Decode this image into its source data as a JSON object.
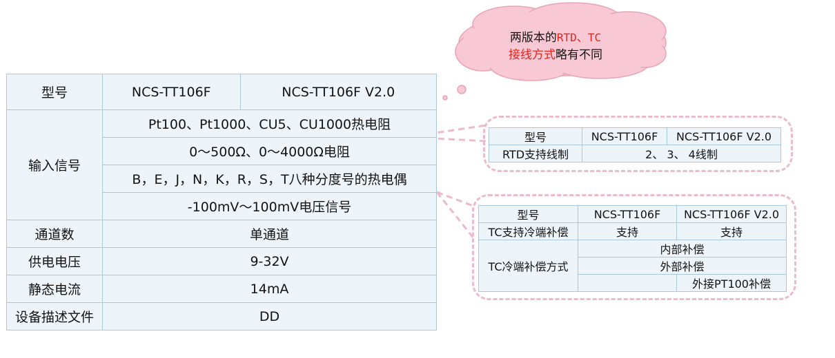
{
  "cloud": {
    "part1": "两版本的",
    "part2": "RTD、TC",
    "part3": "接线方式",
    "part4": "略有不同"
  },
  "spec_table": {
    "model_label": "型号",
    "model_v1": "NCS-TT106F",
    "model_v2": "NCS-TT106F V2.0",
    "input_label": "输入信号",
    "input_rtd": "Pt100、Pt1000、CU5、CU1000热电阻",
    "input_resistance": "0～500Ω、0～4000Ω电阻",
    "input_tc": "B，E，J，N，K，R，S，T八种分度号的热电偶",
    "input_mv": "-100mV～100mV电压信号",
    "channels_label": "通道数",
    "channels_value": "单通道",
    "supply_label": "供电电压",
    "supply_value": "9-32V",
    "current_label": "静态电流",
    "current_value": "14mA",
    "dd_label": "设备描述文件",
    "dd_value": "DD"
  },
  "rtd_table": {
    "model_label": "型号",
    "model_v1": "NCS-TT106F",
    "model_v2": "NCS-TT106F V2.0",
    "wiring_label": "RTD支持线制",
    "wiring_value": "2、 3、 4线制"
  },
  "tc_table": {
    "model_label": "型号",
    "model_v1": "NCS-TT106F",
    "model_v2": "NCS-TT106F V2.0",
    "cjc_support_label": "TC支持冷端补偿",
    "cjc_support_v1": "支持",
    "cjc_support_v2": "支持",
    "cjc_mode_label": "TC冷端补偿方式",
    "cjc_internal": "内部补偿",
    "cjc_external": "外部补偿",
    "cjc_pt100": "外接PT100补偿"
  },
  "colors": {
    "table_bg": "#eef5fa",
    "table_border": "#a9c7de",
    "cloud_fill": "#f8c9d4",
    "cloud_stroke": "#e6a3b6",
    "dash": "#ecb9ce",
    "accent_red": "#e8231b"
  }
}
